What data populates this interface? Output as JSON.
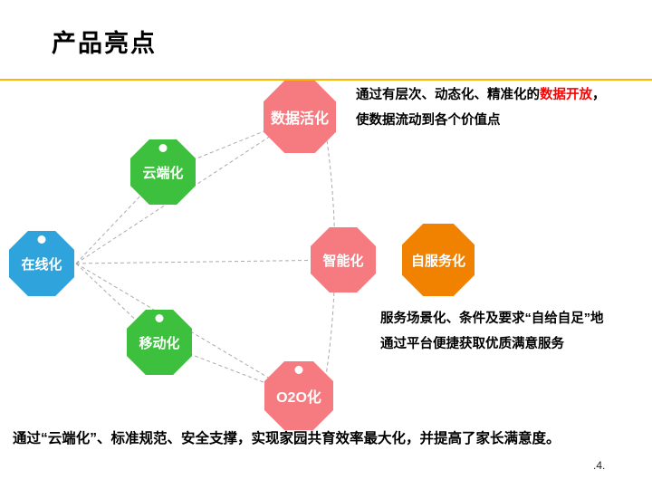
{
  "title": "产品亮点",
  "theme": {
    "underline_color": "#FFB400",
    "connector_color": "#AAAAAA",
    "arrow_color": "#1A1A1A",
    "highlight_color": "#FF0000"
  },
  "diagram": {
    "nodes": [
      {
        "id": "online",
        "label": "在线化",
        "color": "#2FA3DC"
      },
      {
        "id": "cloud",
        "label": "云端化",
        "color": "#3DC03D"
      },
      {
        "id": "mobile",
        "label": "移动化",
        "color": "#3DC03D"
      },
      {
        "id": "data",
        "label": "数据活化",
        "color": "#F57B81"
      },
      {
        "id": "smart",
        "label": "智能化",
        "color": "#F57B81"
      },
      {
        "id": "self",
        "label": "自服务化",
        "color": "#F08200"
      },
      {
        "id": "o2o",
        "label": "O2O化",
        "color": "#F57B81"
      }
    ]
  },
  "annotations": {
    "top": {
      "prefix": "通过有层次、动态化、精准化的",
      "highlight": "数据开放",
      "suffix": "，",
      "line2": "使数据流动到各个价值点"
    },
    "right": {
      "line1": "服务场景化、条件及要求“自给自足”地",
      "line2": "通过平台便捷获取优质满意服务"
    }
  },
  "footer": {
    "text": "通过“云端化”、标准规范、安全支撑，实现家园共育效率最大化，并提高了家长满意度。"
  },
  "page_number": ".4."
}
